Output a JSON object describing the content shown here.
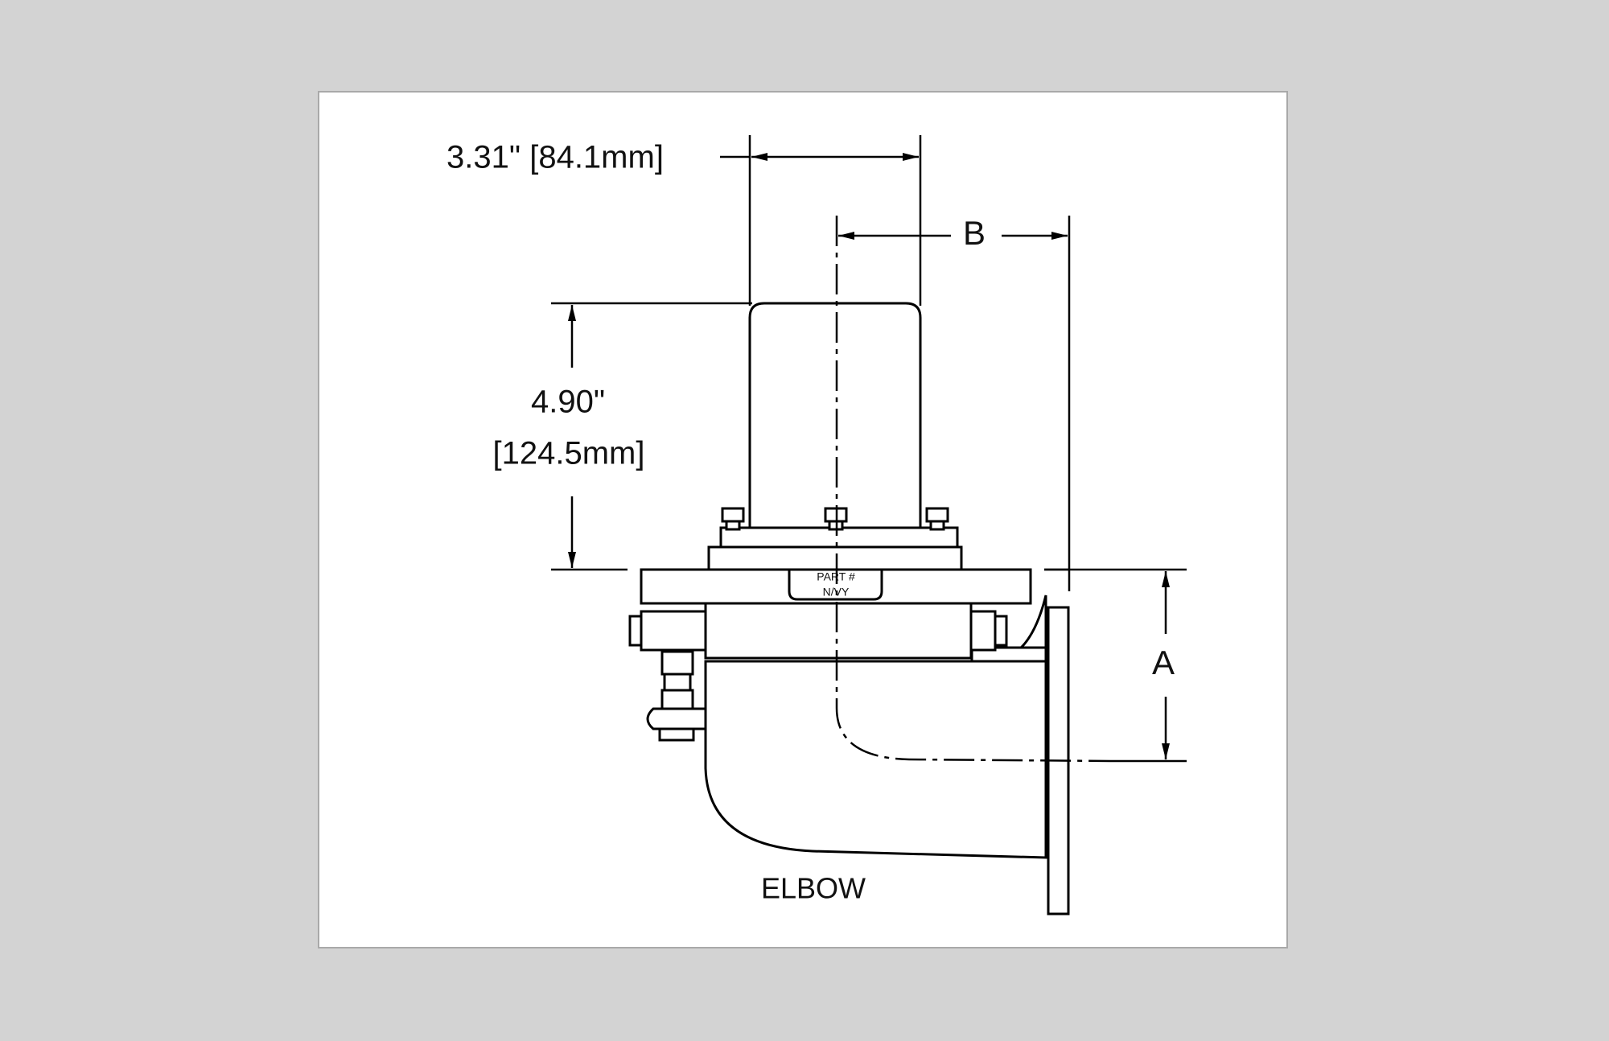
{
  "drawing": {
    "width_dim_label": "3.31\" [84.1mm]",
    "height_dim_inch": "4.90\"",
    "height_dim_mm": "[124.5mm]",
    "dim_b_label": "B",
    "dim_a_label": "A",
    "part_stamp_line1": "PART #",
    "part_stamp_line2": "N/VY",
    "caption": "ELBOW"
  },
  "colors": {
    "viewer_background": "#d3d3d3",
    "page_background": "#ffffff",
    "line": "#000000"
  }
}
